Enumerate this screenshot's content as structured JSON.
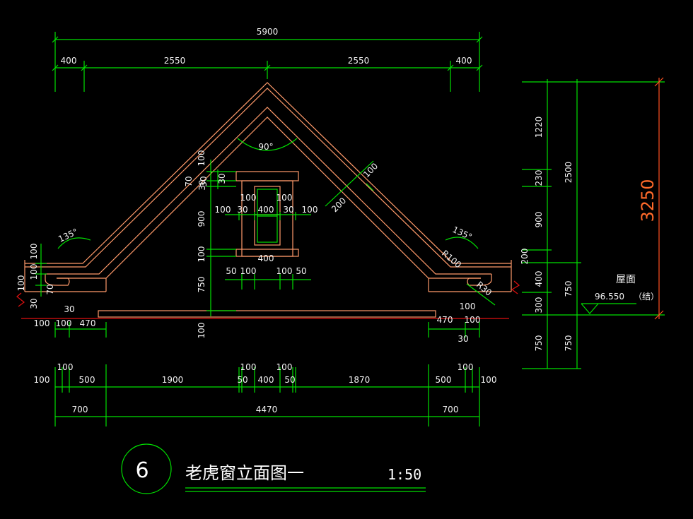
{
  "title": {
    "number": "6",
    "text": "老虎窗立面图一",
    "scale": "1:50"
  },
  "colors": {
    "background": "#000000",
    "dimension_lines": "#00e000",
    "roof_outline": "#ff9a6a",
    "overall_dimension": "#ff6a2a",
    "text": "#ffffff"
  },
  "top_dimensions": {
    "overall": "5900",
    "segments": [
      "400",
      "2550",
      "2550",
      "400"
    ]
  },
  "angles": {
    "ridge": "90°",
    "left_eave": "135°",
    "right_eave": "135°"
  },
  "roof_labels": {
    "slope_thickness": "100",
    "slope_depth": "200",
    "left_slope": "100",
    "left_70": "70",
    "left_30": "30",
    "radius_large": "R100",
    "radius_small": "R30"
  },
  "window": {
    "top_30_a": "30",
    "top_30_b": "30",
    "label_100_a": "100",
    "label_100_b": "100",
    "row": [
      "100",
      "30",
      "400",
      "30",
      "100"
    ],
    "width_label": "400",
    "bottom_row": [
      "50",
      "100",
      "100",
      "50"
    ]
  },
  "left_vertical": [
    "900",
    "100",
    "750",
    "100"
  ],
  "left_eave_labels": [
    "100",
    "100",
    "100",
    "70",
    "30",
    "30"
  ],
  "bottom_edge_labels": {
    "left": [
      "100",
      "100",
      "470"
    ],
    "right": [
      "470",
      "100",
      "30",
      "100"
    ]
  },
  "bottom_dimensions": {
    "row1": [
      "100",
      "100",
      "500",
      "1900",
      "100",
      "50",
      "400",
      "50",
      "100",
      "1870",
      "500",
      "100",
      "100"
    ],
    "row2": [
      "700",
      "4470",
      "700"
    ]
  },
  "right_dimensions": {
    "col1": [
      "1220",
      "230",
      "900",
      "200",
      "400",
      "300",
      "750"
    ],
    "col2": [
      "2500",
      "750",
      "750"
    ],
    "overall": "3250",
    "roof_label": "屋面",
    "elevation": "96.550",
    "elevation_note": "（结）"
  }
}
